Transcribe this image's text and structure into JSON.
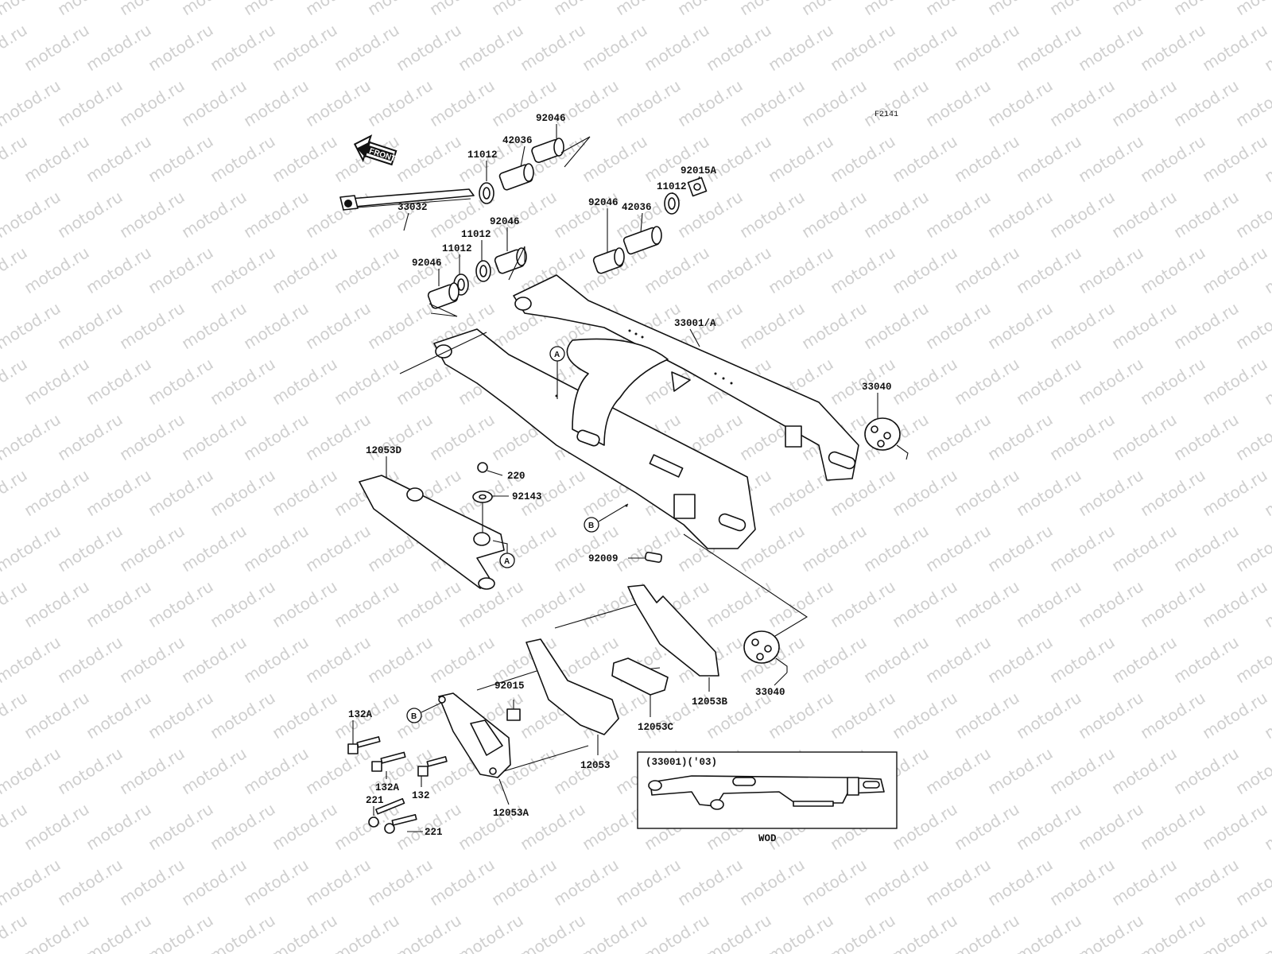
{
  "diagram_code": "F2141",
  "watermark_text": "motod.ru",
  "front_arrow_label": "FRONT",
  "inset": {
    "title": "(33001)('03)",
    "caption": "WOD"
  },
  "callouts": {
    "a": "A",
    "b": "B"
  },
  "labels": {
    "p92046_top": "92046",
    "p42036_top": "42036",
    "p11012_top": "11012",
    "p92015A": "92015A",
    "p11012_right": "11012",
    "p42036_right": "42036",
    "p92046_right": "92046",
    "p33032": "33032",
    "p92046_left_up": "92046",
    "p11012_left_up": "11012",
    "p11012_left": "11012",
    "p92046_left": "92046",
    "p33001A": "33001/A",
    "p33040_right": "33040",
    "p12053D": "12053D",
    "p220": "220",
    "p92143": "92143",
    "p92009": "92009",
    "p33040_lower": "33040",
    "p12053B": "12053B",
    "p12053C": "12053C",
    "p92015": "92015",
    "p12053": "12053",
    "p132A_1": "132A",
    "p132A_2": "132A",
    "p132": "132",
    "p221_1": "221",
    "p221_2": "221",
    "p12053A": "12053A"
  }
}
